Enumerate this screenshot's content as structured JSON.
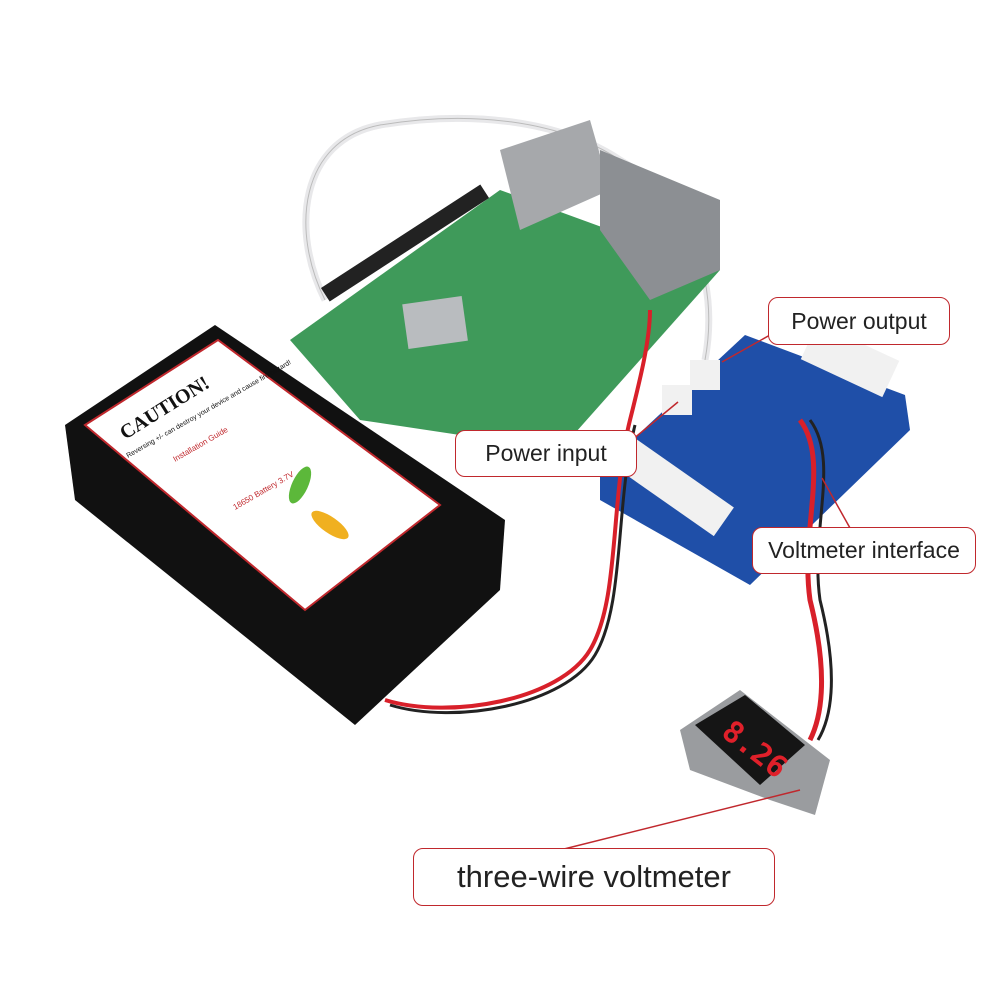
{
  "labels": {
    "power_output": "Power output",
    "power_input": "Power input",
    "voltmeter_interface": "Voltmeter interface",
    "three_wire_voltmeter": "three-wire voltmeter"
  },
  "battery_box": {
    "caution": "CAUTION!",
    "warning": "Reversing +/- can destroy your device and cause fire hazard!",
    "guide": "Installation Guide",
    "battery": "18650 Battery 3.7V"
  },
  "voltmeter_display": "8.26",
  "colors": {
    "callout_border": "#c0282d",
    "pi_board": "#3f9a5a",
    "driver_board": "#1f4fa8",
    "battery_box": "#111111",
    "wire_red": "#d8202a",
    "display_red": "#e0202a"
  }
}
